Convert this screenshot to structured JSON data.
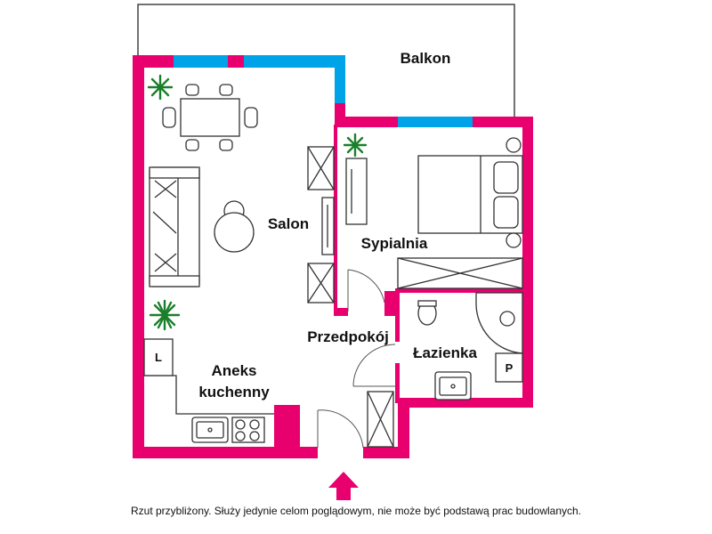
{
  "colors": {
    "wall": "#e8006f",
    "window": "#00a2e8",
    "furniture_stroke": "#333333",
    "plant": "#1a7f2a",
    "entrance_arrow": "#e8006f"
  },
  "rooms": {
    "balcony": "Balkon",
    "living_room": "Salon",
    "bedroom": "Sypialnia",
    "hallway": "Przedpokój",
    "bathroom": "Łazienka",
    "kitchenette_line1": "Aneks",
    "kitchenette_line2": "kuchenny"
  },
  "appliance_markers": {
    "fridge": "L",
    "washer": "P"
  },
  "footer": {
    "note": "Rzut przybliżony. Służy jedynie celom poglądowym, nie może być podstawą prac budowlanych."
  }
}
